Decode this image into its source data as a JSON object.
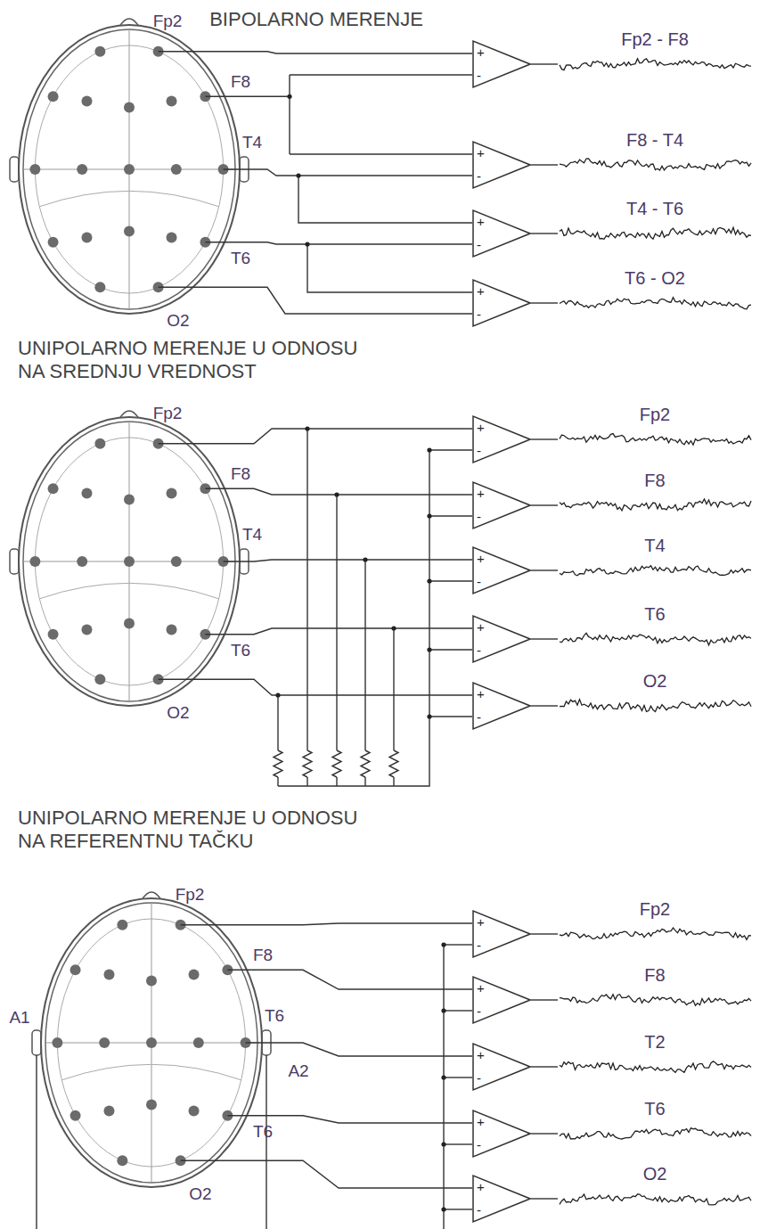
{
  "diagram": {
    "nodes": [
      {
        "text": [
          "+",
          "-"
        ]
      },
      {
        "text": [
          "+",
          "-"
        ]
      },
      {
        "text": [
          "+",
          "-"
        ]
      },
      {
        "text": [
          "+",
          "-"
        ]
      },
      {
        "text": [
          "+",
          "-"
        ]
      },
      {
        "text": [
          "+",
          "-"
        ]
      },
      {
        "text": [
          "+",
          "-"
        ]
      },
      {
        "text": [
          "+",
          "-"
        ]
      },
      {
        "text": [
          "+",
          "-"
        ]
      },
      {
        "text": [
          "+",
          "-"
        ]
      },
      {
        "text": [
          "+",
          "-"
        ]
      },
      {
        "text": [
          "+",
          "-"
        ]
      },
      {
        "text": [
          "+",
          "-"
        ]
      },
      {
        "text": [
          "+",
          "-"
        ]
      }
    ],
    "labels": [
      "BIPOLARNO MERENJE",
      "Fp2",
      "F8",
      "T4",
      "T6",
      "O2",
      "Fp2 - F8",
      "F8 - T4",
      "T4 - T6",
      "T6 - O2",
      "UNIPOLARNO MERENJE U ODNOSU NA SREDNJU VREDNOST",
      "Fp2",
      "F8",
      "T4",
      "T6",
      "O2",
      "Fp2",
      "F8",
      "T4",
      "T6",
      "O2",
      "UNIPOLARNO MERENJE U ODNOSU NA REFERENTNU TAČKU",
      "Fp2",
      "F8",
      "A1",
      "T6",
      "A2",
      "T6",
      "O2",
      "Fp2",
      "F8",
      "T2",
      "T6",
      "O2"
    ]
  }
}
